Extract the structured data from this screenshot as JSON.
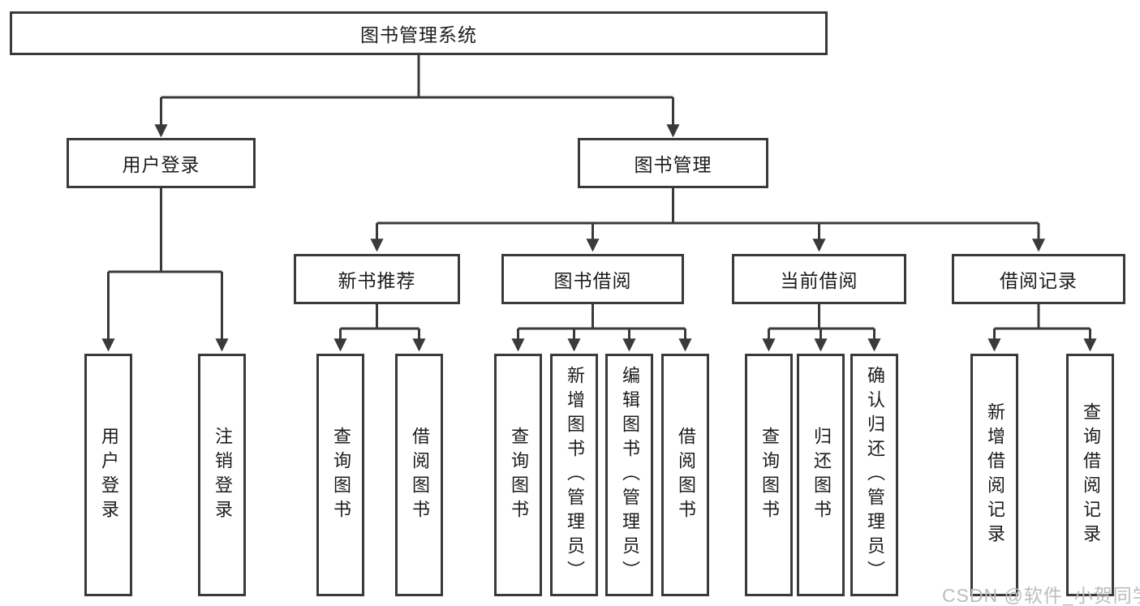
{
  "tree": {
    "root": {
      "label": "图书管理系统"
    },
    "children": [
      {
        "label": "用户登录",
        "children": [
          {
            "label": "用户登录"
          },
          {
            "label": "注销登录"
          }
        ]
      },
      {
        "label": "图书管理",
        "children": [
          {
            "label": "新书推荐",
            "children": [
              {
                "label": "查询图书"
              },
              {
                "label": "借阅图书"
              }
            ]
          },
          {
            "label": "图书借阅",
            "children": [
              {
                "label": "查询图书"
              },
              {
                "label": "新增图书（管理员）"
              },
              {
                "label": "编辑图书（管理员）"
              },
              {
                "label": "借阅图书"
              }
            ]
          },
          {
            "label": "当前借阅",
            "children": [
              {
                "label": "查询图书"
              },
              {
                "label": "归还图书"
              },
              {
                "label": "确认归还（管理员）"
              }
            ]
          },
          {
            "label": "借阅记录",
            "children": [
              {
                "label": "新增借阅记录"
              },
              {
                "label": "查询借阅记录"
              }
            ]
          }
        ]
      }
    ]
  },
  "watermark": {
    "text": "CSDN @软件_小贺同学"
  },
  "colors": {
    "line": "#3a3a3a",
    "box_border": "#3a3a3a",
    "box_background": "#ffffff",
    "text": "#1c1c1c",
    "watermark": "#bcbcbc"
  }
}
